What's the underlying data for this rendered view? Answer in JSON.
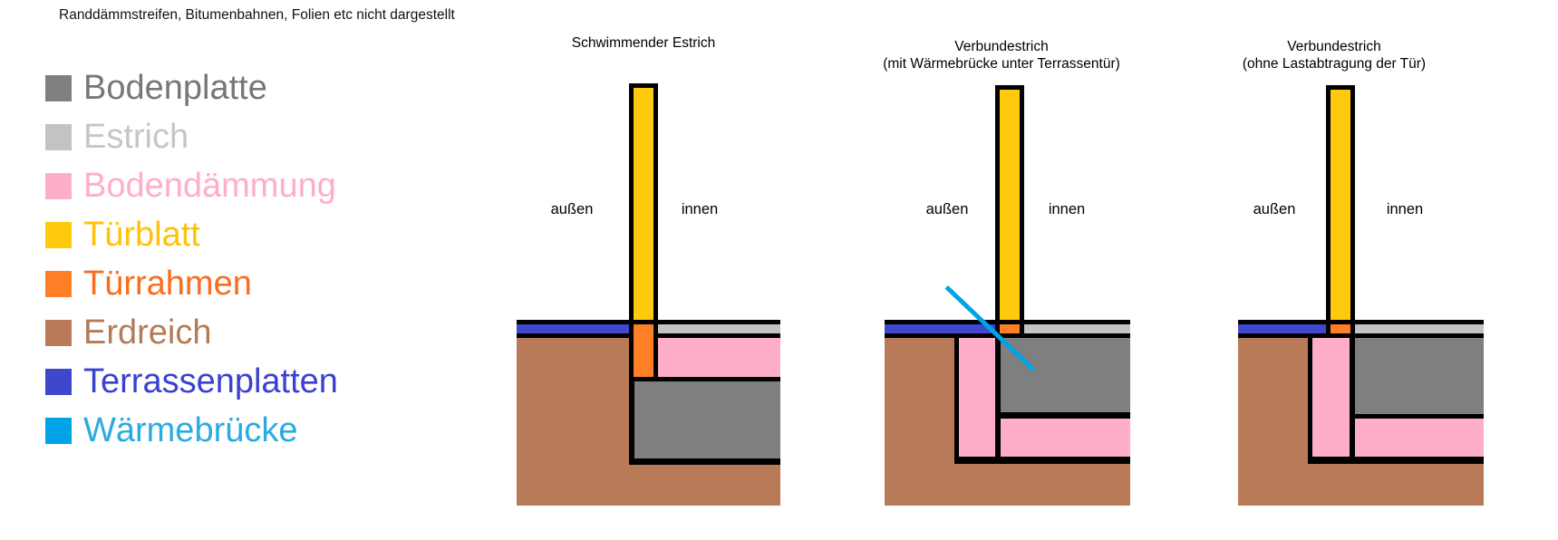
{
  "note": "Randdämmstreifen, Bitumenbahnen, Folien etc nicht dargestellt",
  "legend": {
    "items": [
      {
        "label": "Bodenplatte",
        "color": "#7F7F7F",
        "text_color": "#76777B"
      },
      {
        "label": "Estrich",
        "color": "#C3C3C3",
        "text_color": "#C6C6C8"
      },
      {
        "label": "Bodendämmung",
        "color": "#FFAEC9",
        "text_color": "#FFAEC9"
      },
      {
        "label": "Türblatt",
        "color": "#FFC90E",
        "text_color": "#FFC20A"
      },
      {
        "label": "Türrahmen",
        "color": "#FF7F27",
        "text_color": "#FB6C1D"
      },
      {
        "label": "Erdreich",
        "color": "#B97A57",
        "text_color": "#B27C58"
      },
      {
        "label": "Terrassenplatten",
        "color": "#3F48CC",
        "text_color": "#3A41D0"
      },
      {
        "label": "Wärmebrücke",
        "color": "#00A2E8",
        "text_color": "#29ABE2"
      }
    ]
  },
  "materials": {
    "bodenplatte": "#7F7F7F",
    "estrich": "#C3C3C3",
    "bodendaemmung": "#FFAEC9",
    "tuerblatt": "#FFC90E",
    "tuerrahmen": "#FF7F27",
    "erdreich": "#B97A57",
    "terrassenplatten": "#3F48CC",
    "waermebruecke": "#00A2E8",
    "outline": "#000000"
  },
  "diagrams": [
    {
      "title": "Schwimmender Estrich",
      "subtitle": "",
      "outside_label": "außen",
      "inside_label": "innen"
    },
    {
      "title": "Verbundestrich",
      "subtitle": "(mit Wärmebrücke unter Terrassentür)",
      "outside_label": "außen",
      "inside_label": "innen"
    },
    {
      "title": "Verbundestrich",
      "subtitle": "(ohne Lastabtragung der Tür)",
      "outside_label": "außen",
      "inside_label": "innen"
    }
  ]
}
